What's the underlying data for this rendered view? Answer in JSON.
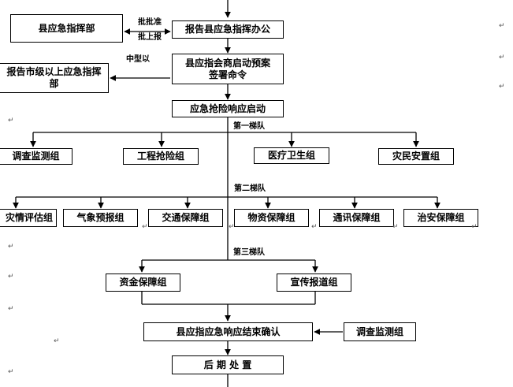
{
  "top": {
    "county_command_hq": "县应急指挥部",
    "report_office": "报告县应急指挥办公",
    "label_approve": "批批准",
    "label_report_up": "批上报"
  },
  "level2": {
    "consult_box": "县应指会商启动预案",
    "consult_box_line2": "签署命令",
    "city_report": "报告市级以上应急指挥",
    "city_report_line2": "部",
    "label_medium": "中型以"
  },
  "response_start": "应急抢险响应启动",
  "echelon_labels": {
    "first": "第一梯队",
    "second": "第二梯队",
    "third": "第三梯队"
  },
  "first_echelon": [
    "调查监测组",
    "工程抢险组",
    "医疗卫生组",
    "灾民安置组"
  ],
  "second_echelon": [
    "灾情评估组",
    "气象预报组",
    "交通保障组",
    "物资保障组",
    "通讯保障组",
    "治安保障组"
  ],
  "third_echelon": [
    "资金保障组",
    "宣传报道组"
  ],
  "end_confirm": "县应指应急响应结束确认",
  "side_monitor": "调查监测组",
  "aftermath": "后 期 处 置",
  "para_mark": "↵"
}
